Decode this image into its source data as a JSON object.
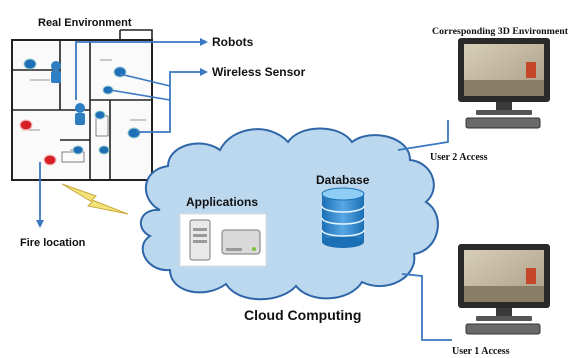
{
  "labels": {
    "real_environment": "Real Environment",
    "robots": "Robots",
    "wireless_sensor": "Wireless Sensor",
    "fire_location": "Fire location",
    "applications": "Applications",
    "database": "Database",
    "cloud_computing": "Cloud Computing",
    "corresponding_3d": "Corresponding 3D Environment",
    "user2_access": "User  2 Access",
    "user1_access": "User  1 Access"
  },
  "colors": {
    "arrow": "#3a78c2",
    "cloud_fill": "#bcd8ef",
    "cloud_stroke": "#2f66a8",
    "sensor_blue": "#1e6fb8",
    "fire_red": "#d81f26",
    "monitor_frame": "#2a2a2a"
  }
}
